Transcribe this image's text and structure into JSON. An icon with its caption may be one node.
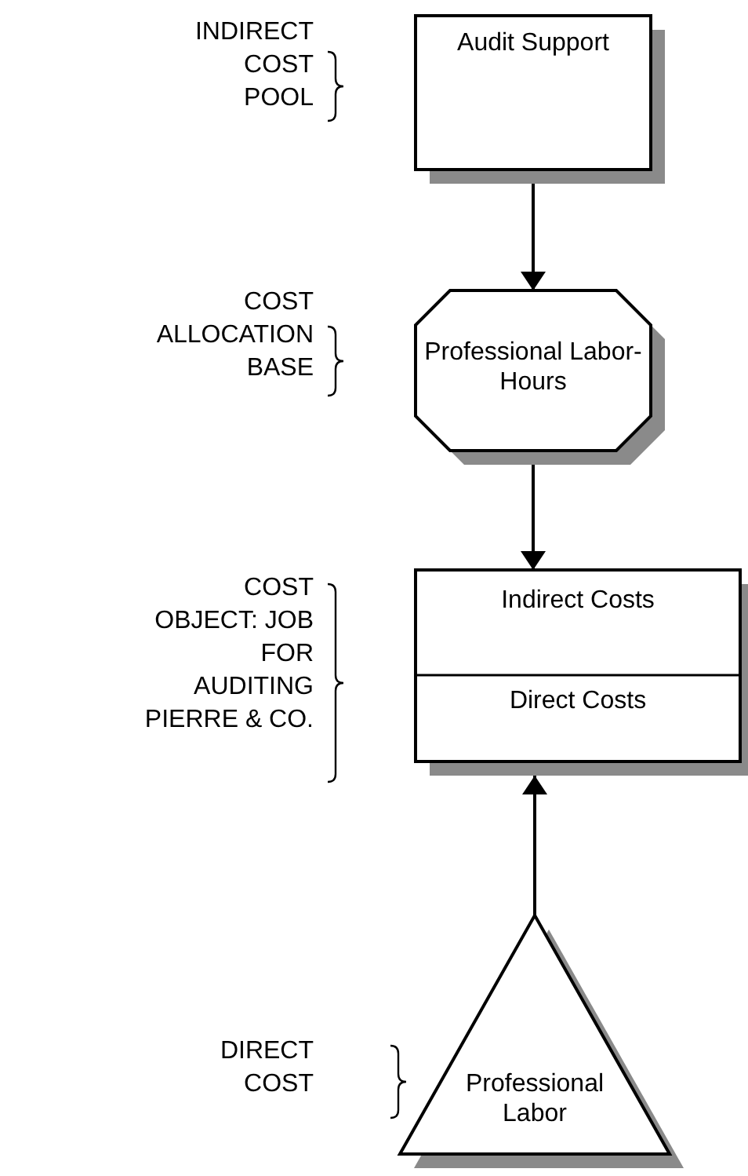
{
  "diagram": {
    "nodes": [
      {
        "text": [
          "Audit Support"
        ],
        "beside": [
          "INDIRECT COST POOL"
        ]
      },
      {
        "text": [
          "Professional Labor-Hours"
        ],
        "beside": [
          "COST ALLOCATION BASE"
        ]
      },
      {
        "text": [
          "Indirect Costs",
          "Direct Costs"
        ],
        "beside": [
          "COST OBJECT: JOB FOR AUDITING PIERRE & CO."
        ]
      },
      {
        "text": [
          "Professional Labor"
        ],
        "beside": [
          "DIRECT COST"
        ]
      }
    ],
    "edges": [
      {
        "from": 0,
        "to": 1,
        "arrow": "to"
      },
      {
        "from": 1,
        "to": 2,
        "arrow": "to"
      },
      {
        "from": 3,
        "to": 2,
        "arrow": "to"
      }
    ]
  }
}
